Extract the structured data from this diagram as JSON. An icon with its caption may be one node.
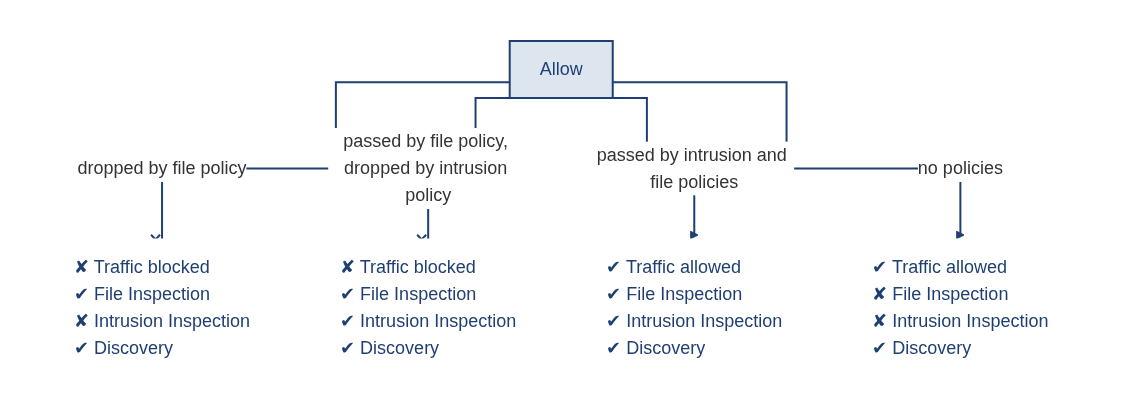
{
  "diagram": {
    "nodes": [
      {
        "text": [
          "Allow"
        ]
      },
      {
        "text": [
          "✘ Traffic blocked",
          "✔ File Inspection",
          "✘ Intrusion Inspection",
          "✔ Discovery"
        ]
      },
      {
        "text": [
          "✘ Traffic blocked",
          "✔ File Inspection",
          "✔ Intrusion Inspection",
          "✔ Discovery"
        ]
      },
      {
        "text": [
          "✔ Traffic allowed",
          "✔ File Inspection",
          "✔ Intrusion Inspection",
          "✔ Discovery"
        ]
      },
      {
        "text": [
          "✔ Traffic allowed",
          "✘ File Inspection",
          "✘ Intrusion Inspection",
          "✔ Discovery"
        ]
      }
    ],
    "edges": [
      {
        "from": 0,
        "to": 1,
        "arrow": "other",
        "label": "dropped by file policy"
      },
      {
        "from": 0,
        "to": 2,
        "arrow": "other",
        "label": "passed by file policy, dropped by intrusion policy"
      },
      {
        "from": 0,
        "to": 3,
        "arrow": "to",
        "label": "passed by intrusion and file policies"
      },
      {
        "from": 0,
        "to": 4,
        "arrow": "to",
        "label": "no policies"
      }
    ]
  }
}
